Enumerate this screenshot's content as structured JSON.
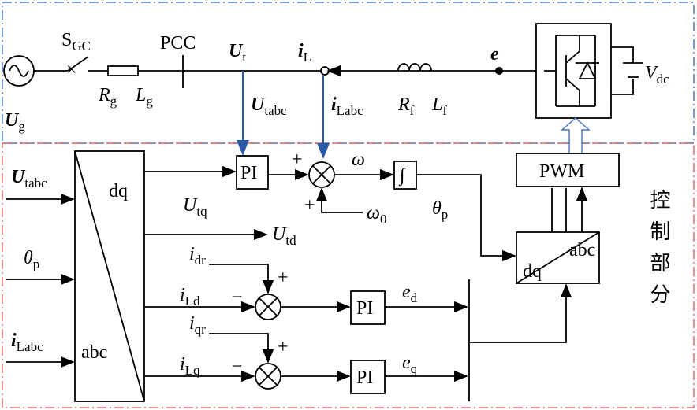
{
  "power_section": {
    "source_label": "U",
    "source_sub": "g",
    "switch_label": "S",
    "switch_sub": "GC",
    "rg_label": "R",
    "rg_sub": "g",
    "lg_label": "L",
    "lg_sub": "g",
    "pcc_label": "PCC",
    "ut_label": "U",
    "ut_sub": "t",
    "il_label": "i",
    "il_sub": "L",
    "utabc_label": "U",
    "utabc_sub": "tabc",
    "ilabc_label": "i",
    "ilabc_sub": "Labc",
    "rf_label": "R",
    "rf_sub": "f",
    "lf_label": "L",
    "lf_sub": "f",
    "e_label": "e",
    "vdc_label": "V",
    "vdc_sub": "dc"
  },
  "control_section": {
    "title": "控制部分",
    "transform_top": "dq",
    "transform_bottom": "abc",
    "in_utabc": "U",
    "in_utabc_sub": "tabc",
    "in_theta": "θ",
    "in_theta_sub": "p",
    "in_ilabc": "i",
    "in_ilabc_sub": "Labc",
    "utq": "U",
    "utq_sub": "tq",
    "utd": "U",
    "utd_sub": "td",
    "pi": "PI",
    "omega": "ω",
    "omega0": "ω",
    "omega0_sub": "0",
    "integrator": "∫",
    "theta_p": "θ",
    "theta_p_sub": "p",
    "idr": "i",
    "idr_sub": "dr",
    "ild": "i",
    "ild_sub": "Ld",
    "iqr": "i",
    "iqr_sub": "qr",
    "ilq": "i",
    "ilq_sub": "Lq",
    "ed": "e",
    "ed_sub": "d",
    "eq": "e",
    "eq_sub": "q",
    "plus": "+",
    "minus": "−",
    "pwm": "PWM",
    "dqabc_top": "abc",
    "dqabc_bottom": "dq"
  },
  "colors": {
    "power_border": "#4a78c8",
    "control_border": "#e06868",
    "signal_arrow": "#2a5aa8"
  }
}
